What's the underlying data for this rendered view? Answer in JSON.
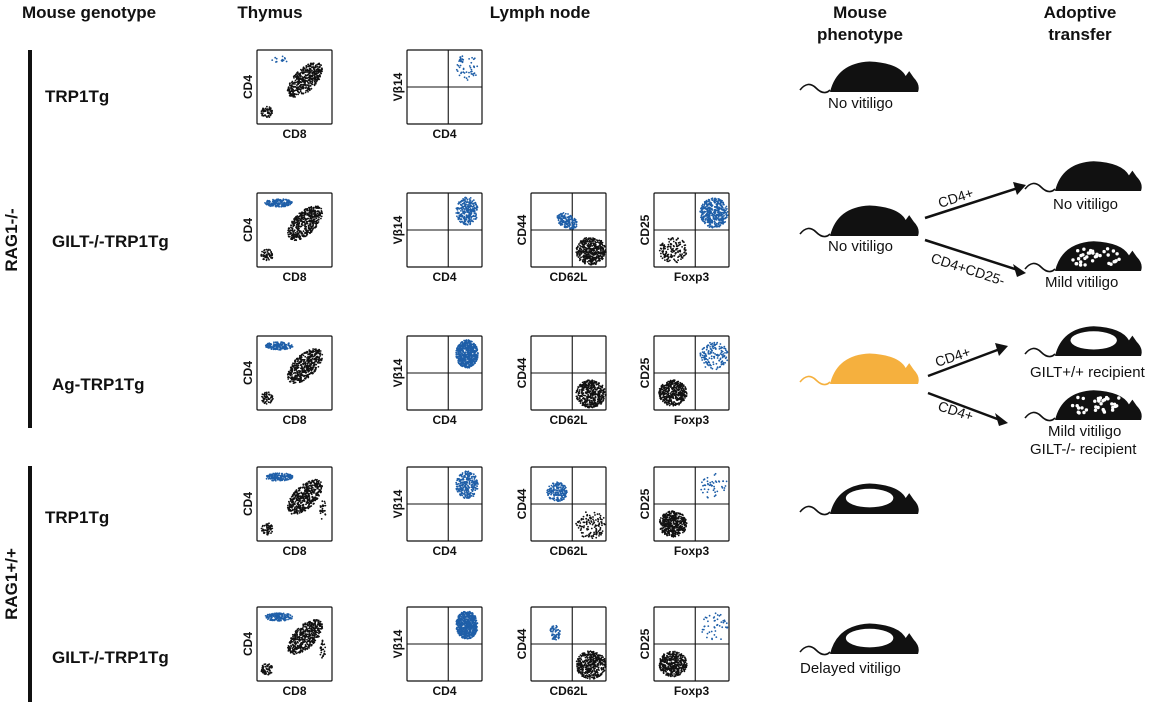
{
  "colors": {
    "blue": "#1f5fa8",
    "black": "#111111",
    "orange": "#f5b03e"
  },
  "headers": {
    "genotype": "Mouse genotype",
    "thymus": "Thymus",
    "lymph": "Lymph node",
    "phenotype_l1": "Mouse",
    "phenotype_l2": "phenotype",
    "transfer_l1": "Adoptive",
    "transfer_l2": "transfer"
  },
  "groups": {
    "rag_ko": "RAG1-/-",
    "rag_wt": "RAG1+/+"
  },
  "rows": [
    {
      "genotype": "TRP1Tg",
      "phenotype": "No vitiligo",
      "mouse_color": "black",
      "mouse_fill": "solid"
    },
    {
      "genotype": "GILT-/-TRP1Tg",
      "phenotype": "No vitiligo",
      "mouse_color": "black",
      "mouse_fill": "solid"
    },
    {
      "genotype": "Ag-TRP1Tg",
      "phenotype": "",
      "mouse_color": "orange",
      "mouse_fill": "solid"
    },
    {
      "genotype": "TRP1Tg",
      "phenotype": "",
      "mouse_color": "black",
      "mouse_fill": "patch"
    },
    {
      "genotype": "GILT-/-TRP1Tg",
      "phenotype": "Delayed vitiligo",
      "mouse_color": "black",
      "mouse_fill": "patch"
    }
  ],
  "axes": {
    "thymus": {
      "y": "CD4",
      "x": "CD8"
    },
    "vb": {
      "y": "Vβ14",
      "x": "CD4"
    },
    "cd44": {
      "y": "CD44",
      "x": "CD62L"
    },
    "cd25": {
      "y": "CD25",
      "x": "Foxp3"
    }
  },
  "transfers": [
    {
      "arrow": "CD4+",
      "result": "No vitiligo",
      "result2": "",
      "fill": "solid"
    },
    {
      "arrow": "CD4+CD25-",
      "result": "Mild vitiligo",
      "result2": "",
      "fill": "dots"
    },
    {
      "arrow": "CD4+",
      "result": "GILT+/+ recipient",
      "result2": "",
      "fill": "patch"
    },
    {
      "arrow": "CD4+",
      "result": "Mild vitiligo",
      "result2": "GILT-/- recipient",
      "fill": "dots"
    }
  ]
}
